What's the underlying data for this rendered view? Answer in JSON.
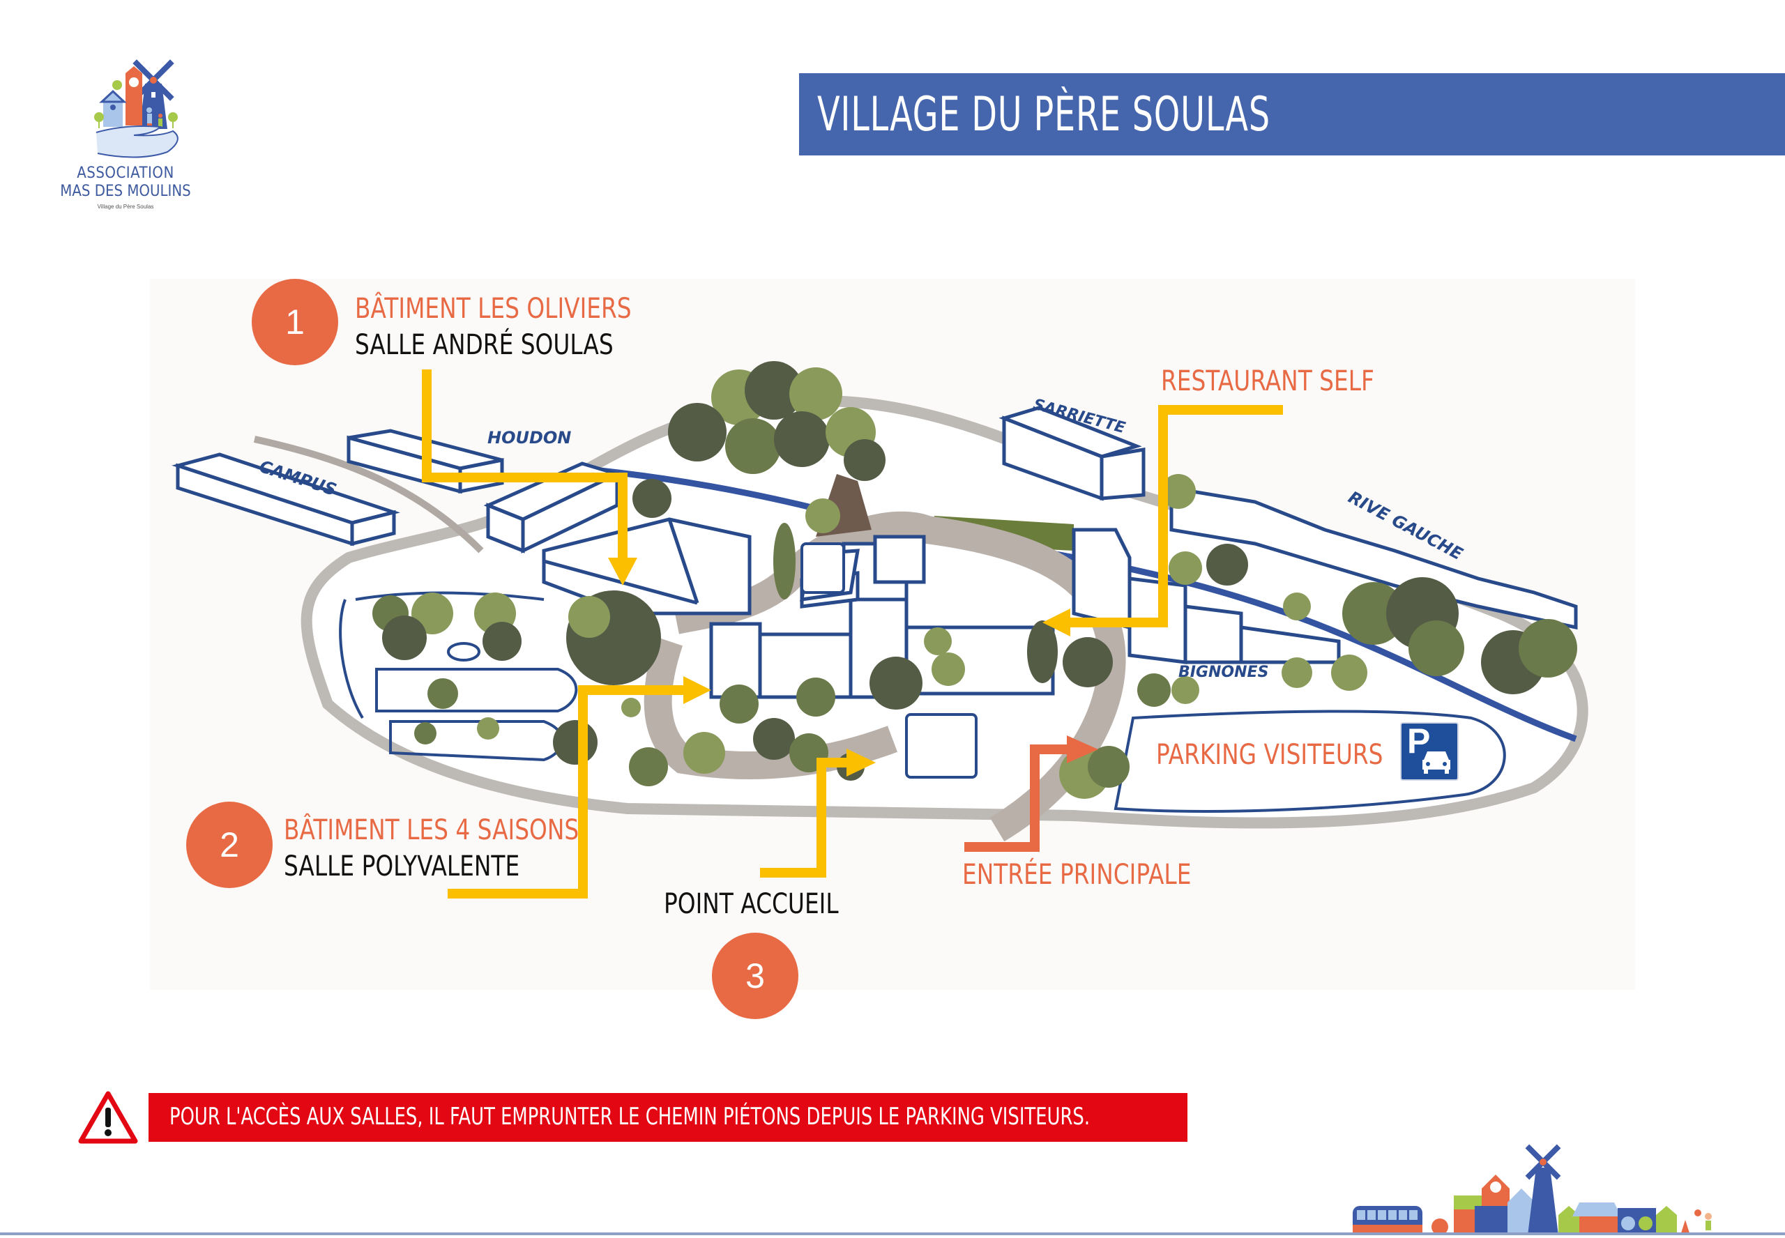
{
  "logo": {
    "line1": "ASSOCIATION",
    "line2": "MAS DES MOULINS",
    "line3": "Village du Père Soulas"
  },
  "header": {
    "title": "VILLAGE DU PÈRE SOULAS"
  },
  "map": {
    "buildings": [
      {
        "name": "CAMPUS"
      },
      {
        "name": "HOUDON"
      },
      {
        "name": "SARRIETTE"
      },
      {
        "name": "RIVE GAUCHE"
      },
      {
        "name": "BIGNONES"
      }
    ],
    "points": [
      {
        "number": "1",
        "title": "BÂTIMENT LES OLIVIERS",
        "subtitle": "SALLE ANDRÉ SOULAS"
      },
      {
        "number": "2",
        "title": "BÂTIMENT LES 4 SAISONS",
        "subtitle": "SALLE POLYVALENTE"
      },
      {
        "number": "3",
        "title": "POINT ACCUEIL"
      }
    ],
    "labels": {
      "restaurant": "RESTAURANT SELF",
      "parking": "PARKING VISITEURS",
      "entrance": "ENTRÉE PRINCIPALE",
      "parking_sign": "P"
    }
  },
  "warning": {
    "text": "POUR L'ACCÈS AUX SALLES, IL FAUT EMPRUNTER LE CHEMIN PIÉTONS DEPUIS LE PARKING VISITEURS."
  },
  "colors": {
    "banner_blue": "#4565ad",
    "accent_orange": "#e86a45",
    "arrow_yellow": "#fbbf00",
    "warning_red": "#e30613",
    "building_navy": "#284a8a",
    "tree_dark": "#545c46",
    "tree_light": "#8a9a5b",
    "path_gray": "#b9b4ae"
  }
}
